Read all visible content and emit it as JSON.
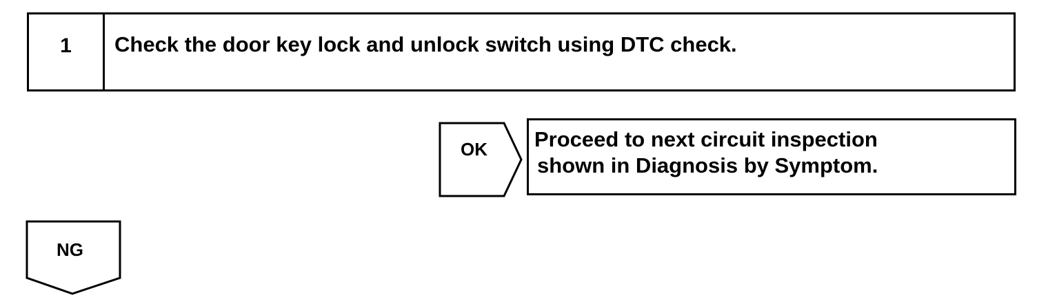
{
  "step": {
    "number": "1",
    "text": "Check the door key lock and unlock switch using DTC check."
  },
  "ok_branch": {
    "label": "OK",
    "result_line1": "Proceed to next circuit inspection",
    "result_line2": "shown in Diagnosis by Symptom."
  },
  "ng_branch": {
    "label": "NG"
  }
}
